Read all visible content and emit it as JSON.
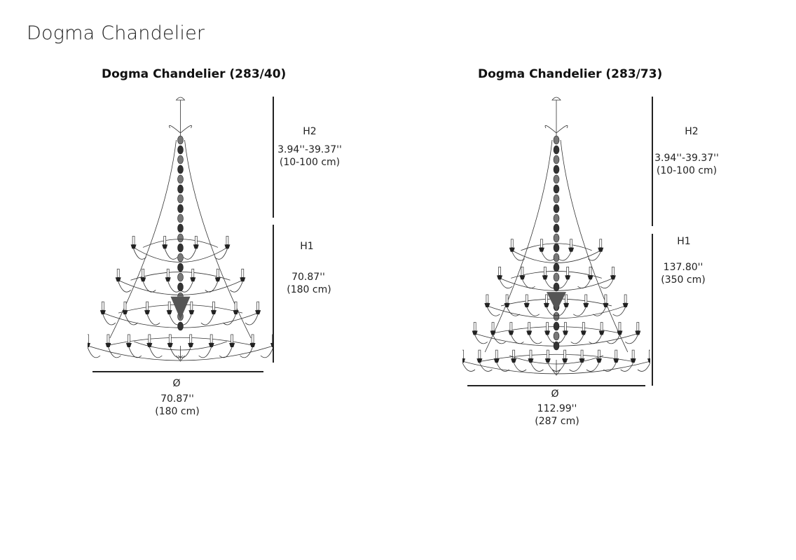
{
  "page_title": "Dogma Chandelier",
  "models": [
    {
      "title": "Dogma Chandelier (283/40)",
      "h2": {
        "label": "H2",
        "inches": "3.94''-39.37''",
        "cm": "(10-100 cm)"
      },
      "h1": {
        "label": "H1",
        "inches": "70.87''",
        "cm": "(180 cm)"
      },
      "diameter": {
        "symbol": "Ø",
        "inches": "70.87''",
        "cm": "(180 cm)"
      },
      "tiers": 4
    },
    {
      "title": "Dogma Chandelier (283/73)",
      "h2": {
        "label": "H2",
        "inches": "3.94''-39.37''",
        "cm": "(10-100 cm)"
      },
      "h1": {
        "label": "H1",
        "inches": "137.80''",
        "cm": "(350 cm)"
      },
      "diameter": {
        "symbol": "Ø",
        "inches": "112.99''",
        "cm": "(287 cm)"
      },
      "tiers": 5
    }
  ]
}
